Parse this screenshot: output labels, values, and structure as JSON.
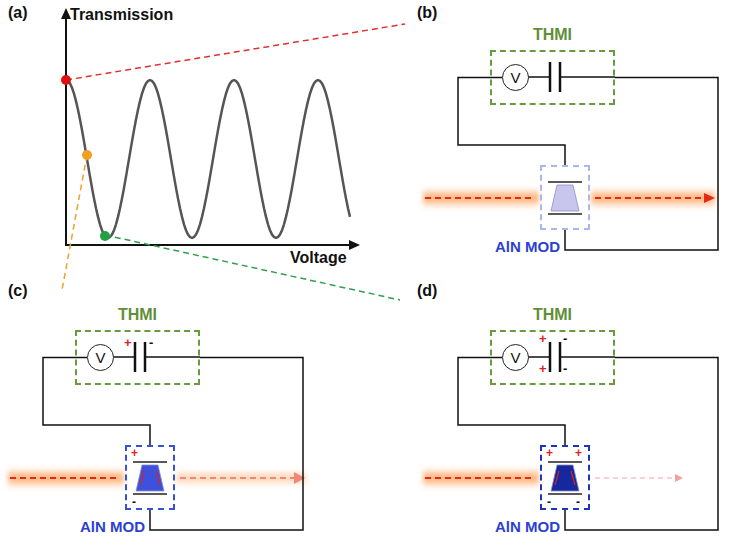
{
  "diagram": {
    "nodes": [
      {
        "text": [
          "THMI"
        ]
      },
      {
        "text": [
          "V"
        ],
        "in": 0
      },
      {
        "text": [
          "AlN MOD"
        ]
      },
      {
        "text": [
          "THMI"
        ]
      },
      {
        "text": [
          "V"
        ],
        "in": 3
      },
      {
        "text": [
          "AlN MOD"
        ]
      },
      {
        "text": [
          "THMI"
        ]
      },
      {
        "text": [
          "V"
        ],
        "in": 6
      },
      {
        "text": [
          "AlN MOD"
        ]
      }
    ],
    "edges": [
      {
        "from": 1,
        "to": 2,
        "arrow": "none"
      },
      {
        "from": 0,
        "to": 2,
        "arrow": "none"
      },
      {
        "from": 4,
        "to": 5,
        "arrow": "none"
      },
      {
        "from": 3,
        "to": 5,
        "arrow": "none"
      },
      {
        "from": 7,
        "to": 8,
        "arrow": "none"
      },
      {
        "from": 6,
        "to": 8,
        "arrow": "none"
      }
    ],
    "labels": [
      "(a)",
      "Transmission",
      "Voltage",
      "(b)",
      "(c)",
      "+",
      "-",
      "+",
      "-",
      "(d)",
      "+",
      "+",
      "-",
      "-",
      "+",
      "+",
      "-",
      "-"
    ]
  }
}
